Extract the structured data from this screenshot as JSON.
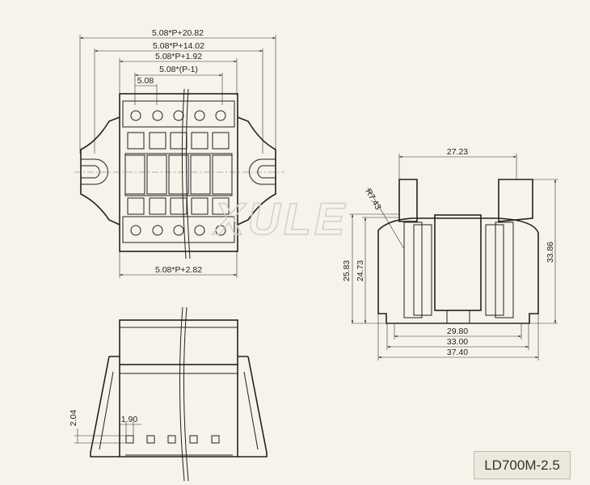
{
  "top_view": {
    "dims": [
      "5.08*P+20.82",
      "5.08*P+14.02",
      "5.08*P+1.92",
      "5.08*(P-1)",
      "5.08"
    ],
    "bottom_dim": "5.08*P+2.82"
  },
  "side_view": {
    "top_dim": "27.23",
    "radius": "R7.43",
    "left_dims": [
      "25.83",
      "24.73"
    ],
    "right_dim": "33.86",
    "bottom_dims": [
      "29.80",
      "33.00",
      "37.40"
    ]
  },
  "front_view": {
    "height_dim": "2.04",
    "width_dim": "1.90"
  },
  "watermark": "XULE",
  "model_label": "LD700M-2.5"
}
